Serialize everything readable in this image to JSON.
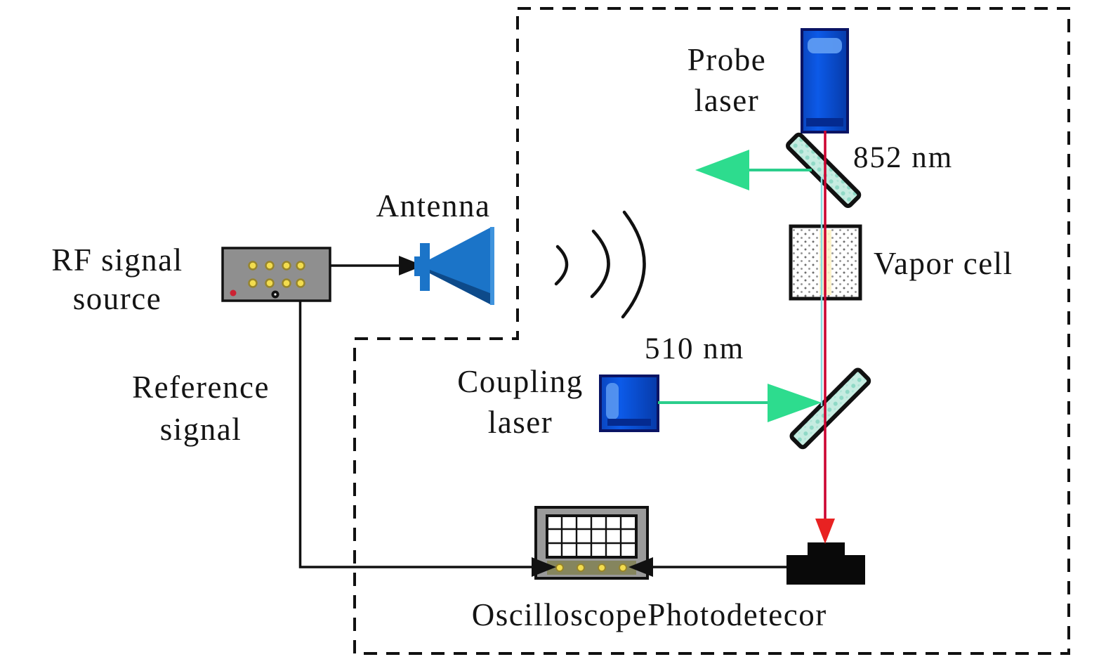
{
  "figure": {
    "type": "experimental-setup-schematic",
    "title_hint": "Rydberg-atom RF electrometry setup",
    "labels": {
      "probe_laser_line1": "Probe",
      "probe_laser_line2": "laser",
      "probe_wavelength": "852 nm",
      "vapor_cell": "Vapor cell",
      "coupling_wavelength": "510 nm",
      "coupling_laser_line1": "Coupling",
      "coupling_laser_line2": "laser",
      "antenna": "Antenna",
      "rf_source_line1": "RF signal",
      "rf_source_line2": "source",
      "reference_line1": "Reference",
      "reference_line2": "signal",
      "oscilloscope": "Oscilloscope",
      "photodetector": "Photodetecor"
    },
    "colors": {
      "probe_beam": "#cc0330",
      "probe_arrow": "#e82222",
      "probe_text": "#cc1122",
      "coupling_beam": "#2bce8c",
      "coupling_arrow": "#2ddc8e",
      "coupling_text": "#2fcf8e",
      "coupling_companion_line": "#8adbe0",
      "laser_body_blue": "#0851d8",
      "laser_border_navy": "#0a1464",
      "antenna_blue": "#1b74c8",
      "antenna_shade": "#0d4a8a",
      "splitter_fill": "#c6ece1",
      "device_gray": "#8f8f8f",
      "indicator_yellow": "#f2dc4e",
      "outline_black": "#111111"
    }
  }
}
